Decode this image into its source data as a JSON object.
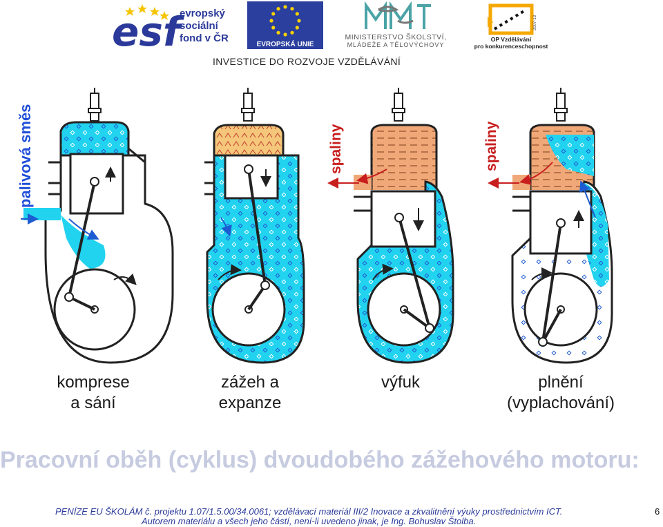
{
  "header": {
    "esf_logo": {
      "line1": "evropský",
      "line2": "sociální",
      "line3": "fond v ČR"
    },
    "eu_logo": {
      "caption": "EVROPSKÁ UNIE"
    },
    "ministry_logo": {
      "line1": "MINISTERSTVO ŠKOLSTVÍ,",
      "line2": "MLÁDEŽE A TĚLOVÝCHOVY"
    },
    "op_logo": {
      "line1": "OP Vzdělávání",
      "line2": "pro konkurenceschopnost"
    },
    "investice": "INVESTICE DO ROZVOJE VZDĚLÁVÁNÍ"
  },
  "diagram": {
    "side_label_1": "palivová směs",
    "side_label_2": "spaliny",
    "side_label_3": "spaliny",
    "stage1": {
      "line1": "komprese",
      "line2": "a sání"
    },
    "stage2": {
      "line1": "zážeh a",
      "line2": "expanze"
    },
    "stage3": {
      "line1": "výfuk",
      "line2": ""
    },
    "stage4": {
      "line1": "plnění",
      "line2": "(vyplachování)"
    }
  },
  "title": "Pracovní oběh (cyklus) dvoudobého zážehového motoru:",
  "footer": {
    "line1": "PENÍZE EU ŠKOLÁM č. projektu 1.07/1.5.00/34.0061; vzdělávací materiál III/2 Inovace a zkvalitnění výuky prostřednictvím ICT.",
    "line2": "Autorem materiálu a všech jeho částí, není-li uvedeno jinak, je Ing. Bohuslav Štolba.",
    "page": "6"
  },
  "colors": {
    "mixture": "#22d3f0",
    "ignition": "#f4c77a",
    "exhaust": "#f0a878",
    "label_blue": "#1f4fd8",
    "label_red": "#c81e1e",
    "title_gray": "#c6cbe0",
    "footer_blue": "#2b3a9a"
  }
}
